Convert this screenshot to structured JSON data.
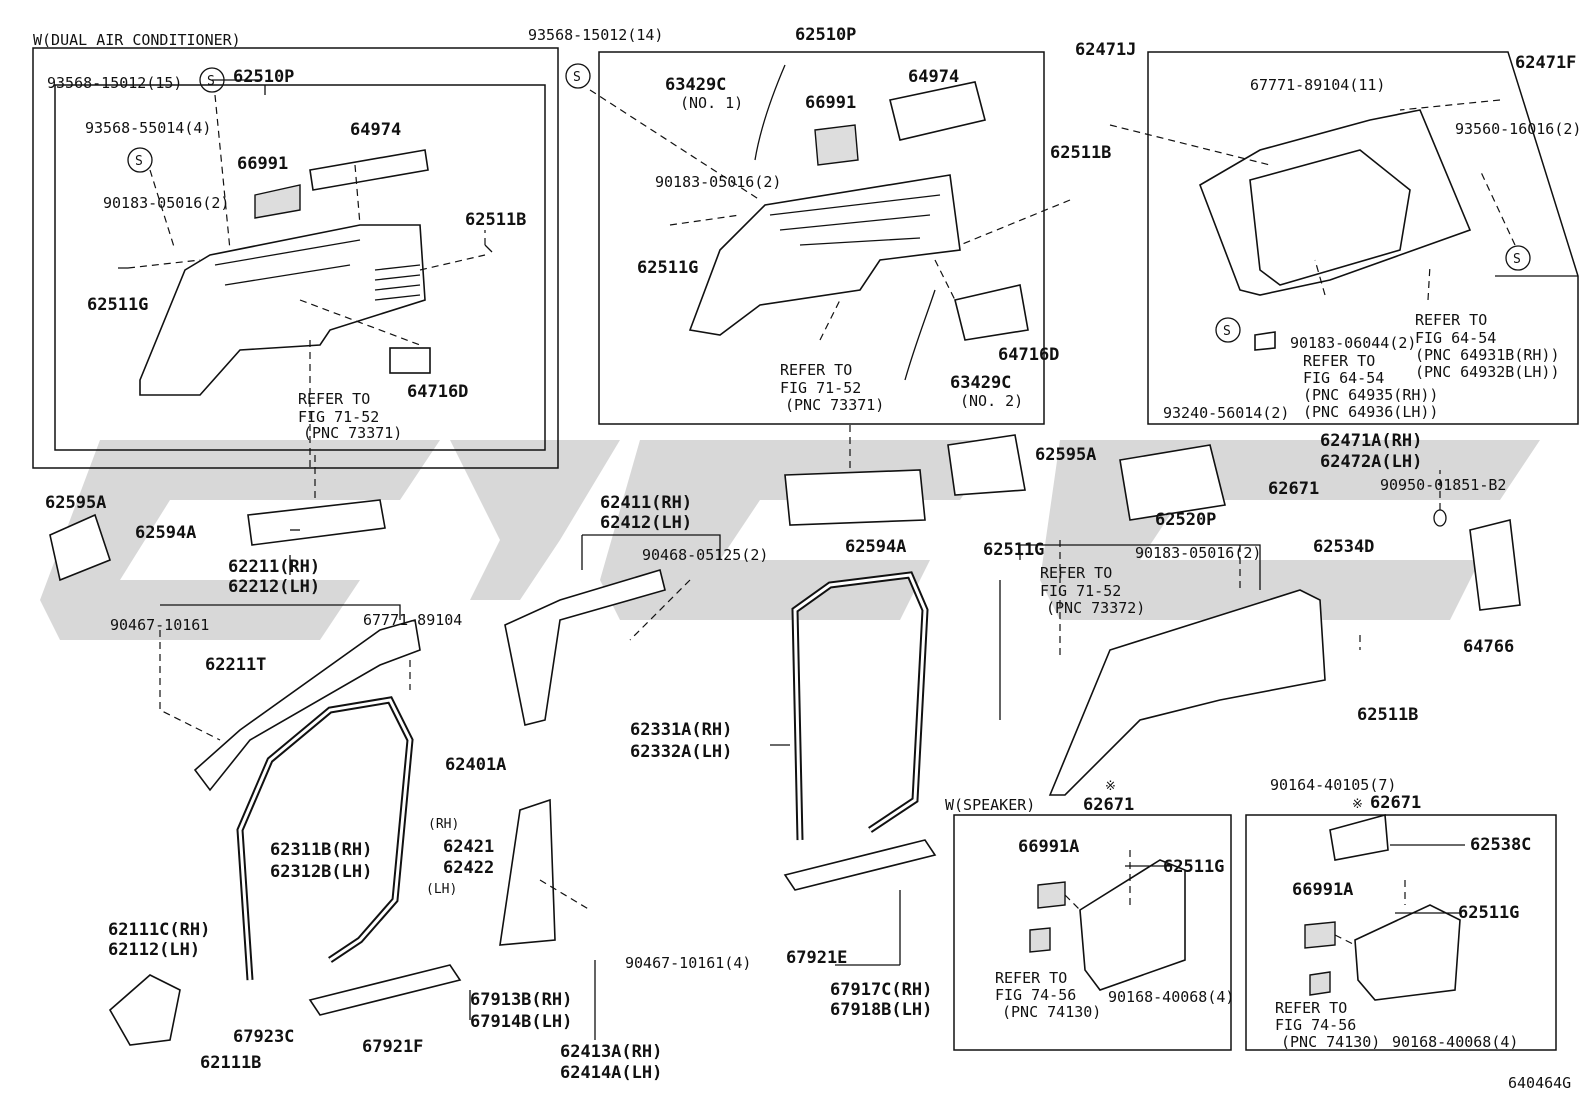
{
  "diagram_id": "640464G",
  "boxes": {
    "dual_ac": "W(DUAL AIR CONDITIONER)",
    "speaker": "W(SPEAKER)"
  },
  "labels": {
    "l01": "93568-15012(15)",
    "l02": "62510P",
    "l03": "93568-55014(4)",
    "l04": "64974",
    "l05": "66991",
    "l06": "90183-05016(2)",
    "l07": "62511B",
    "l08": "62511G",
    "l09": "64716D",
    "l10": "REFER TO",
    "l11": "FIG 71-52",
    "l12": "(PNC 73371)",
    "l13": "93568-15012(14)",
    "l14": "62510P",
    "l15": "63429C",
    "l16": "(NO. 1)",
    "l17": "66991",
    "l18": "64974",
    "l19": "90183-05016(2)",
    "l20": "62511B",
    "l21": "62511G",
    "l22": "REFER TO",
    "l23": "FIG 71-52",
    "l24": "(PNC 73371)",
    "l25": "63429C",
    "l26": "(NO. 2)",
    "l27": "64716D",
    "l28": "62471J",
    "l29": "67771-89104(11)",
    "l30": "62471F",
    "l31": "93560-16016(2)",
    "l32": "REFER TO",
    "l33": "FIG 64-54",
    "l34": "(PNC 64931B(RH))",
    "l35": "(PNC 64932B(LH))",
    "l36": "90183-06044(2)",
    "l37": "REFER TO",
    "l38": "FIG 64-54",
    "l39": "(PNC 64935(RH))",
    "l40": "(PNC 64936(LH))",
    "l41": "93240-56014(2)",
    "l42": "62471A(RH)",
    "l43": "62472A(LH)",
    "l44": "62595A",
    "l45": "62594A",
    "l46": "62211(RH)",
    "l47": "62212(LH)",
    "l48": "90467-10161",
    "l49": "67771-89104",
    "l50": "62211T",
    "l51": "62411(RH)",
    "l52": "62412(LH)",
    "l53": "90468-05125(2)",
    "l54": "62595A",
    "l55": "62594A",
    "l56": "62671",
    "l57": "62520P",
    "l58": "90950-01851-B2",
    "l59": "62511G",
    "l60": "REFER TO",
    "l61": "FIG 71-52",
    "l62": "(PNC 73372)",
    "l63": "90183-05016(2)",
    "l64": "62534D",
    "l65": "64766",
    "l66": "62401A",
    "l67": "62331A(RH)",
    "l68": "62332A(LH)",
    "l69": "62511B",
    "l70": "90164-40105(7)",
    "l71": "62311B(RH)",
    "l72": "62312B(LH)",
    "l73": "(RH)",
    "l74": "62421",
    "l75": "62422",
    "l76": "(LH)",
    "l77": "62111C(RH)",
    "l78": "62112(LH)",
    "l79": "67923C",
    "l80": "62111B",
    "l81": "67921F",
    "l82": "67913B(RH)",
    "l83": "67914B(LH)",
    "l84": "62413A(RH)",
    "l85": "62414A(LH)",
    "l86": "90467-10161(4)",
    "l87": "67921E",
    "l88": "67917C(RH)",
    "l89": "67918B(LH)",
    "l90": "62671",
    "l91": "66991A",
    "l92": "62511G",
    "l93": "REFER TO",
    "l94": "FIG 74-56",
    "l95": "(PNC 74130)",
    "l96": "90168-40068(4)",
    "l97": "62671",
    "l98": "62538C",
    "l99": "66991A",
    "l100": "62511G",
    "l101": "REFER TO",
    "l102": "FIG 74-56",
    "l103": "(PNC 74130)",
    "l104": "90168-40068(4)"
  },
  "symbols": {
    "s_mark": "S",
    "note_mark": "※"
  }
}
